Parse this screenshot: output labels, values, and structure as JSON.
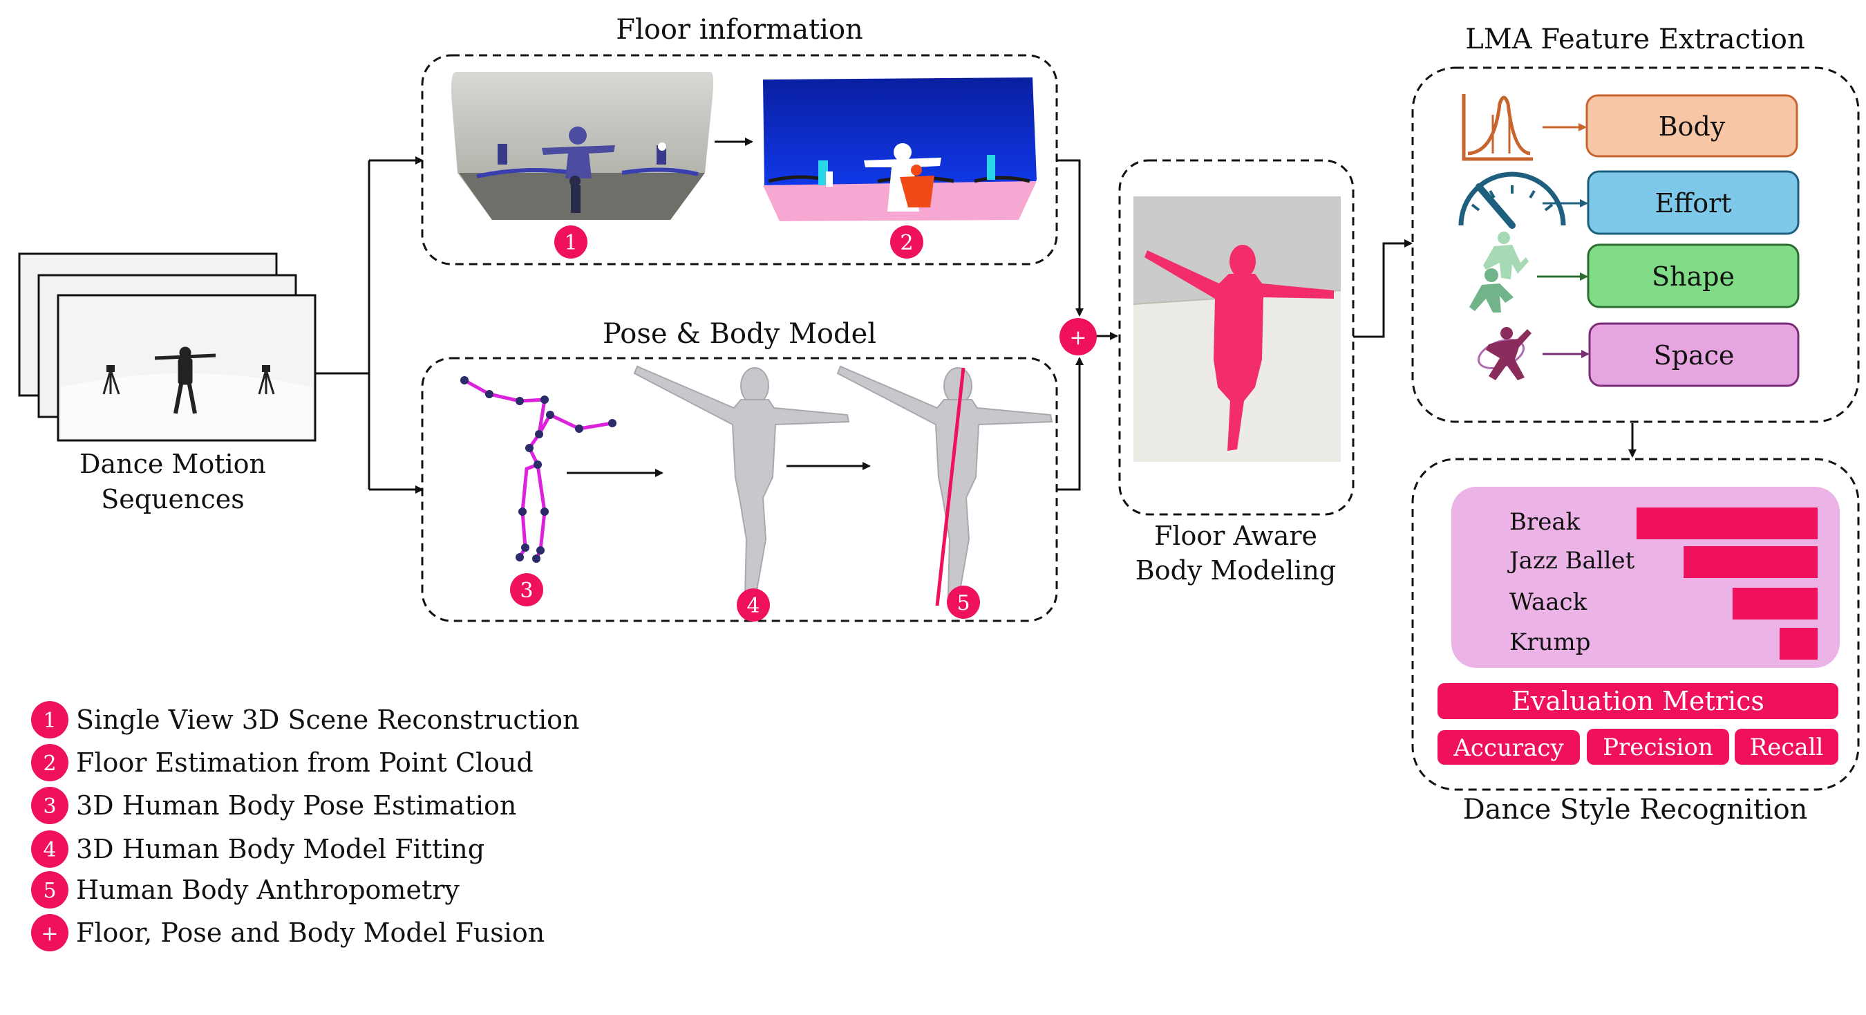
{
  "input": {
    "label_line1": "Dance Motion",
    "label_line2": "Sequences"
  },
  "floor_info": {
    "title": "Floor information",
    "step1_badge": "1",
    "step2_badge": "2"
  },
  "pose_model": {
    "title": "Pose & Body Model",
    "step3_badge": "3",
    "step4_badge": "4",
    "step5_badge": "5"
  },
  "fusion": {
    "symbol": "+"
  },
  "floor_aware": {
    "label_line1": "Floor Aware",
    "label_line2": "Body Modeling"
  },
  "lma": {
    "title": "LMA Feature Extraction",
    "items": [
      {
        "label": "Body",
        "fill": "#f6c6a6",
        "stroke": "#c8642e",
        "icon": "bell-curve-icon"
      },
      {
        "label": "Effort",
        "fill": "#7ec8ea",
        "stroke": "#1f5f7e",
        "icon": "speedometer-icon"
      },
      {
        "label": "Shape",
        "fill": "#80dc86",
        "stroke": "#2c6e32",
        "icon": "figures-icon"
      },
      {
        "label": "Space",
        "fill": "#e6a5e1",
        "stroke": "#7a2c76",
        "icon": "spiral-dancer-icon"
      }
    ]
  },
  "recognition": {
    "title": "Dance Style Recognition",
    "styles": [
      {
        "name": "Break",
        "score": 1.0
      },
      {
        "name": "Jazz Ballet",
        "score": 0.74
      },
      {
        "name": "Waack",
        "score": 0.47
      },
      {
        "name": "Krump",
        "score": 0.21
      }
    ],
    "metrics_title": "Evaluation Metrics",
    "metrics": [
      "Accuracy",
      "Precision",
      "Recall"
    ]
  },
  "legend": [
    {
      "badge": "1",
      "text": "Single View 3D Scene Reconstruction"
    },
    {
      "badge": "2",
      "text": "Floor Estimation from Point Cloud"
    },
    {
      "badge": "3",
      "text": "3D Human Body Pose Estimation"
    },
    {
      "badge": "4",
      "text": "3D Human Body Model Fitting"
    },
    {
      "badge": "5",
      "text": "Human Body Anthropometry"
    },
    {
      "badge": "+",
      "text": "Floor, Pose and Body Model Fusion"
    }
  ],
  "colors": {
    "accent": "#f0115e",
    "bar_panel": "#ebb3e6",
    "floor_pink": "#f6a8d2",
    "floor_blue": "#0d2ed8",
    "skeleton": "#dd22dd",
    "body_gray": "#c8c8cc"
  }
}
